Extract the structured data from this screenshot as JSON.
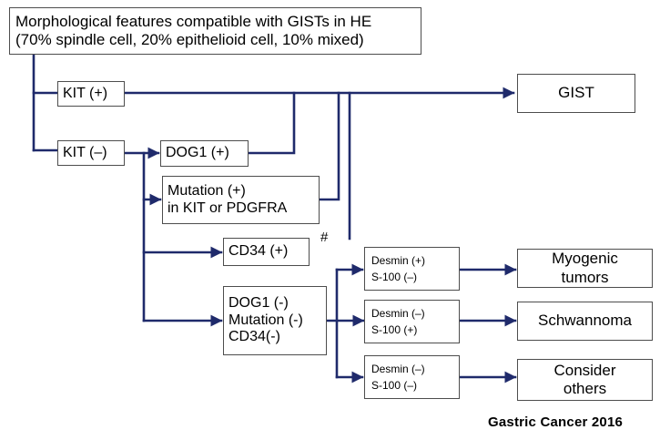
{
  "nodes": {
    "root": [
      "Morphological features compatible with GISTs in HE",
      "(70% spindle cell, 20% epithelioid cell, 10% mixed)"
    ],
    "kit_pos": "KIT (+)",
    "kit_neg": "KIT (–)",
    "dog1_pos": "DOG1 (+)",
    "mutation_pos": [
      "Mutation (+)",
      "in KIT or PDGFRA"
    ],
    "cd34_pos": "CD34 (+)",
    "triple_neg": [
      "DOG1 (-)",
      "Mutation (-)",
      "CD34(-)"
    ],
    "desmin_pos_s100_neg": [
      "Desmin (+)",
      "S-100 (–)"
    ],
    "desmin_neg_s100_pos": [
      "Desmin (–)",
      "S-100 (+)"
    ],
    "desmin_neg_s100_neg": [
      "Desmin (–)",
      "S-100 (–)"
    ],
    "gist": "GIST",
    "myogenic": [
      "Myogenic",
      "tumors"
    ],
    "schwannoma": "Schwannoma",
    "consider_others": [
      "Consider",
      "others"
    ]
  },
  "annotations": {
    "hash": "#"
  },
  "source": "Gastric Cancer 2016",
  "colors": {
    "connector": "#1f2a6b",
    "box_border": "#4d4d4d"
  }
}
